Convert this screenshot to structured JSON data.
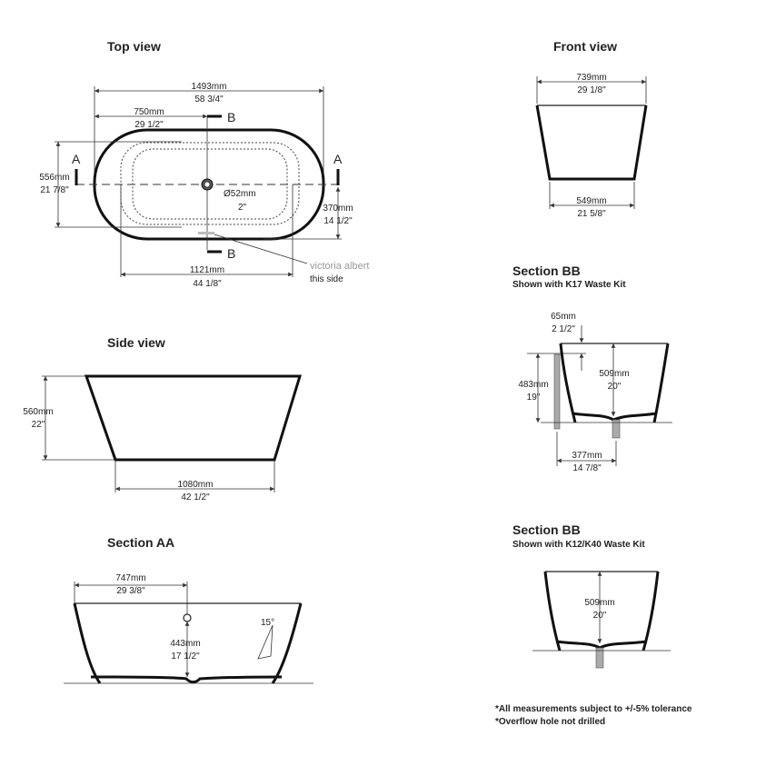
{
  "top_view": {
    "title": "Top view",
    "length_mm": "1493mm",
    "length_in": "58 3/4\"",
    "to_waste_mm": "750mm",
    "to_waste_in": "29 1/2\"",
    "width_mm": "556mm",
    "width_in": "21 7/8\"",
    "waste_dia_mm": "Ø52mm",
    "waste_dia_in": "2\"",
    "half_mm": "370mm",
    "half_in": "14 1/2\"",
    "base_mm": "1121mm",
    "base_in": "44 1/8\"",
    "section_a": "A",
    "section_b": "B",
    "logo": "victoria albert",
    "logo_note": "this side"
  },
  "front_view": {
    "title": "Front view",
    "top_mm": "739mm",
    "top_in": "29 1/8\"",
    "base_mm": "549mm",
    "base_in": "21 5/8\""
  },
  "side_view": {
    "title": "Side view",
    "height_mm": "560mm",
    "height_in": "22\"",
    "base_mm": "1080mm",
    "base_in": "42 1/2\""
  },
  "section_aa": {
    "title": "Section AA",
    "to_overflow_mm": "747mm",
    "to_overflow_in": "29 3/8\"",
    "depth_mm": "443mm",
    "depth_in": "17 1/2\"",
    "angle": "15°"
  },
  "section_bb_k17": {
    "title": "Section BB",
    "subtitle": "Shown with K17 Waste Kit",
    "offset_mm": "65mm",
    "offset_in": "2 1/2\"",
    "pipe_mm": "483mm",
    "pipe_in": "19\"",
    "depth_mm": "509mm",
    "depth_in": "20\"",
    "dist_mm": "377mm",
    "dist_in": "14 7/8\""
  },
  "section_bb_k12": {
    "title": "Section BB",
    "subtitle": "Shown with K12/K40 Waste Kit",
    "depth_mm": "509mm",
    "depth_in": "20\""
  },
  "notes": [
    "*All measurements subject to +/-5% tolerance",
    "*Overflow hole not drilled"
  ]
}
